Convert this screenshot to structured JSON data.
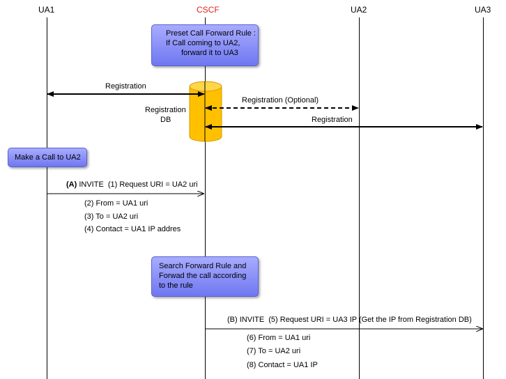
{
  "actors": {
    "ua1": "UA1",
    "cscf": "CSCF",
    "ua2": "UA2",
    "ua3": "UA3"
  },
  "notes": {
    "preset_rule": {
      "line1": "Preset Call Forward Rule :",
      "line2": "If Call coming to UA2,",
      "line3": "forward it to UA3"
    },
    "make_call": "Make a Call to UA2",
    "search_rule": {
      "line1": "Search Forward Rule and",
      "line2": "Forwad the call according",
      "line3": "to the rule"
    }
  },
  "db": {
    "line1": "Registration",
    "line2": "DB",
    "color": "#ffc000"
  },
  "messages": {
    "reg_ua1": "Registration",
    "reg_ua2": "Registration (Optional)",
    "reg_ua3": "Registration"
  },
  "invite_a": {
    "tag": "(A)",
    "method": "INVITE",
    "line1": "(1) Request URI = UA2 uri",
    "line2": "(2) From = UA1 uri",
    "line3": "(3) To = UA2 uri",
    "line4": "(4) Contact = UA1 IP addres"
  },
  "invite_b": {
    "tag": "(B)",
    "method": "INVITE",
    "line5": "(5) Request URI = UA3 IP (Get the IP from Registration DB)",
    "line6": "(6) From = UA1 uri",
    "line7": "(7) To = UA2 uri",
    "line8": "(8) Contact = UA1 IP"
  }
}
